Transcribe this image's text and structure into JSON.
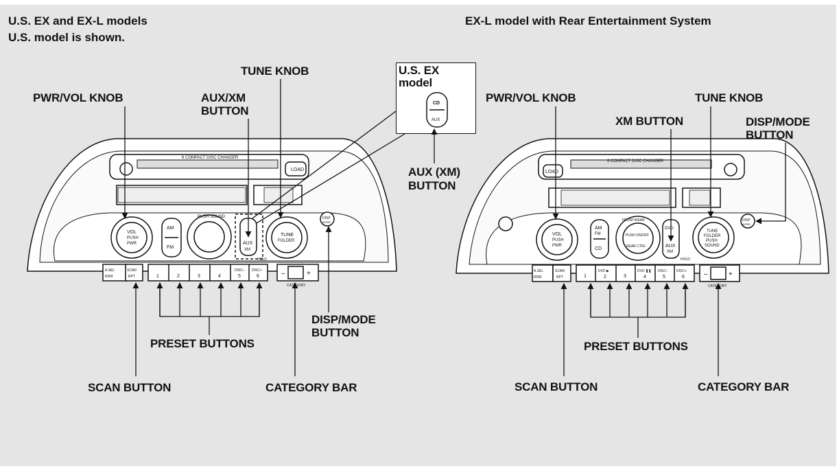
{
  "left_panel": {
    "title_line1": "U.S. EX and EX-L models",
    "title_line2": "U.S. model is shown.",
    "labels": {
      "pwr_vol_knob": "PWR/VOL KNOB",
      "aux_xm_button_line1": "AUX/XM",
      "aux_xm_button_line2": "BUTTON",
      "tune_knob": "TUNE KNOB",
      "disp_mode_button_line1": "DISP/MODE",
      "disp_mode_button_line2": "BUTTON",
      "preset_buttons": "PRESET BUTTONS",
      "scan_button": "SCAN BUTTON",
      "category_bar": "CATEGORY BAR"
    },
    "inset": {
      "title_line1": "U.S. EX",
      "title_line2": "model",
      "button_top": "CD",
      "button_bottom": "AUX",
      "label_line1": "AUX (XM)",
      "label_line2": "BUTTON"
    },
    "unit_text": {
      "changer": "6 COMPACT DISC CHANGER",
      "load": "LOAD",
      "am": "AM",
      "fm": "FM",
      "push_sound": "PUSH SOUND",
      "vol": "VOL",
      "push": "PUSH",
      "pwr": "PWR",
      "tune": "TUNE",
      "folder": "FOLDER",
      "aux": "AUX",
      "xm": "XM",
      "disp": "DISP",
      "mode": "MODE",
      "hold": "HOLD",
      "asel": "A.SEL",
      "rdm": "RDM",
      "scan": "SCAN",
      "rpt": "RPT",
      "presets": [
        "1",
        "2",
        "3",
        "4",
        "5",
        "6"
      ],
      "disc_minus": "DISC–",
      "disc_plus": "DISC+",
      "category": "CATEGORY",
      "minus": "–",
      "plus": "+"
    }
  },
  "right_panel": {
    "title": "EX-L model with Rear Entertainment System",
    "labels": {
      "pwr_vol_knob": "PWR/VOL KNOB",
      "tune_knob": "TUNE KNOB",
      "xm_button": "XM BUTTON",
      "disp_mode_button_line1": "DISP/MODE",
      "disp_mode_button_line2": "BUTTON",
      "preset_buttons": "PRESET BUTTONS",
      "scan_button": "SCAN BUTTON",
      "category_bar": "CATEGORY BAR"
    },
    "unit_text": {
      "changer": "6 COMPACT DISC CHANGER",
      "load": "LOAD",
      "am": "AM",
      "fm": "FM",
      "cd": "CD",
      "front_rear": "FRONT•REAR",
      "push_on_off": "PUSH ON/OFF",
      "rear_ctrl": "REAR CTRL",
      "vol": "VOL",
      "push": "PUSH",
      "pwr": "PWR",
      "tune": "TUNE",
      "folder": "FOLDER",
      "push2": "PUSH",
      "sound": "SOUND",
      "aux": "AUX",
      "xm": "XM",
      "dvd": "DVD",
      "disp": "DISP",
      "mode": "MODE",
      "hold": "HOLD",
      "asel": "A.SEL",
      "rdm": "RDM",
      "scan": "SCAN",
      "rpt": "RPT",
      "presets": [
        "1",
        "2",
        "3",
        "4",
        "5",
        "6"
      ],
      "dvd_play": "DVD ▶",
      "dvd_pause": "DVD ❚❚",
      "disc_minus": "DISC–",
      "disc_plus": "DISC+",
      "category": "CATEGORY",
      "minus": "–",
      "plus": "+"
    }
  }
}
